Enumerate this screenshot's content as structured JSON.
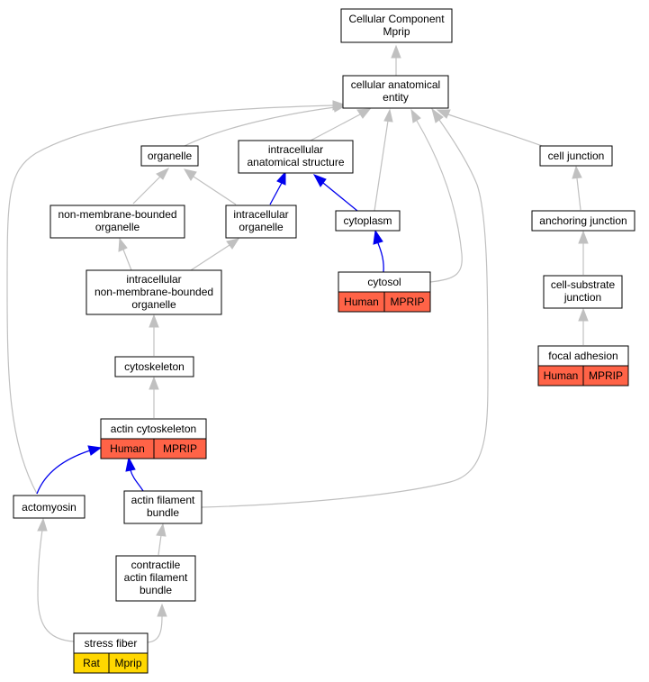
{
  "colors": {
    "human_annotation": "#ff6347",
    "rat_annotation": "#ffd700",
    "is_a_edge": "#c0c0c0",
    "annotated_edge": "#0000ee"
  },
  "nodes": {
    "root": [
      "Cellular Component",
      "Mprip"
    ],
    "cellular_anatomical_entity": [
      "cellular anatomical",
      "entity"
    ],
    "organelle": [
      "organelle"
    ],
    "intracellular_anatomical_structure": [
      "intracellular",
      "anatomical structure"
    ],
    "cell_junction": [
      "cell junction"
    ],
    "non_membrane_bounded_organelle": [
      "non-membrane-bounded",
      "organelle"
    ],
    "intracellular_organelle": [
      "intracellular",
      "organelle"
    ],
    "cytoplasm": [
      "cytoplasm"
    ],
    "anchoring_junction": [
      "anchoring junction"
    ],
    "cytosol": [
      "cytosol"
    ],
    "intracellular_nmb_organelle": [
      "intracellular",
      "non-membrane-bounded",
      "organelle"
    ],
    "cell_substrate_junction": [
      "cell-substrate",
      "junction"
    ],
    "focal_adhesion": [
      "focal adhesion"
    ],
    "cytoskeleton": [
      "cytoskeleton"
    ],
    "actin_cytoskeleton": [
      "actin cytoskeleton"
    ],
    "actomyosin": [
      "actomyosin"
    ],
    "actin_filament_bundle": [
      "actin filament",
      "bundle"
    ],
    "contractile_actin_filament_bundle": [
      "contractile",
      "actin filament",
      "bundle"
    ],
    "stress_fiber": [
      "stress fiber"
    ]
  },
  "annotations": {
    "cytosol": [
      "Human",
      "MPRIP"
    ],
    "focal_adhesion": [
      "Human",
      "MPRIP"
    ],
    "actin_cytoskeleton": [
      "Human",
      "MPRIP"
    ],
    "stress_fiber": [
      "Rat",
      "Mprip"
    ]
  }
}
